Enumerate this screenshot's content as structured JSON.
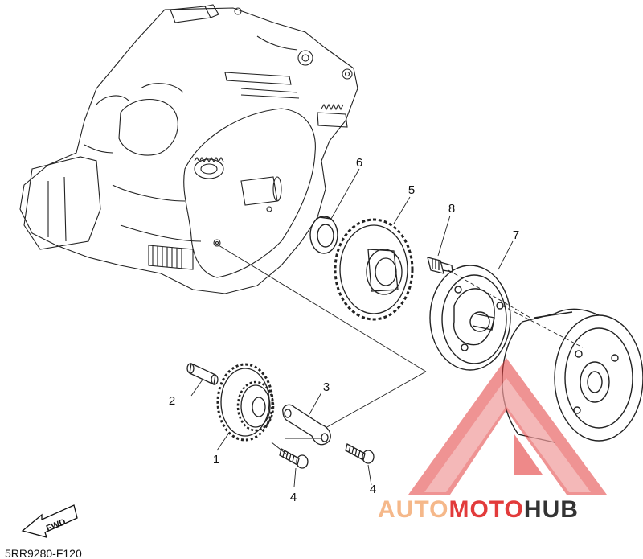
{
  "callouts": {
    "c1": "1",
    "c2": "2",
    "c3": "3",
    "c4a": "4",
    "c4b": "4",
    "c5": "5",
    "c6": "6",
    "c7": "7",
    "c8": "8"
  },
  "fwd_label": "FWD",
  "diagram_code": "5RR9280-F120",
  "watermark": {
    "part1": "AUTO",
    "part2": "MOTO",
    "part3": "HUB",
    "color_light": "#f5b88a",
    "color_red": "#e23b3b",
    "color_dark": "#333333"
  }
}
